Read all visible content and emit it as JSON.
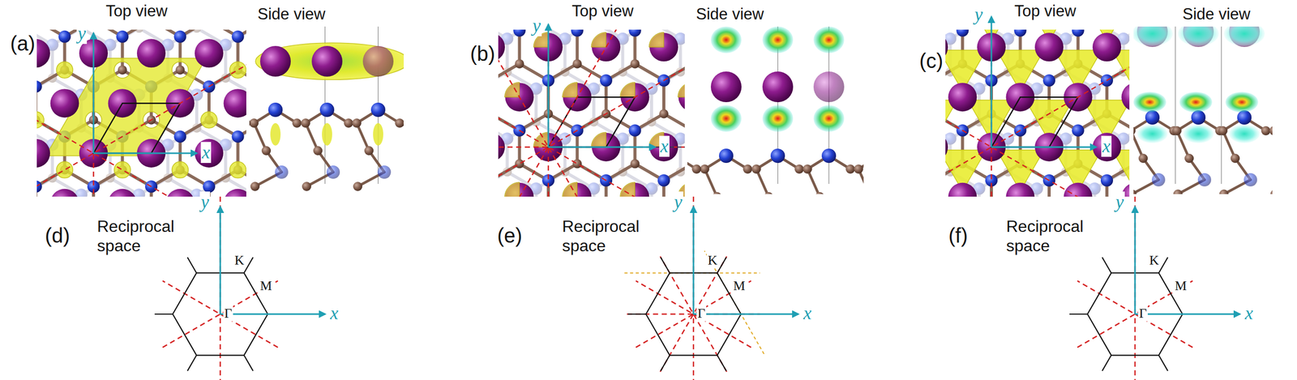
{
  "diagram": {
    "labels": [
      "(a)",
      "Top view",
      "Side view",
      "y",
      "x",
      "(b)",
      "Top view",
      "Side view",
      "y",
      "x",
      "(c)",
      "Top view",
      "Side view",
      "y",
      "x",
      "(d)",
      "Reciprocal space",
      "y",
      "K",
      "M",
      "Γ",
      "x",
      "(e)",
      "Reciprocal space",
      "y",
      "K",
      "M",
      "Γ",
      "x",
      "(f)",
      "Reciprocal space",
      "y",
      "K",
      "M",
      "Γ",
      "x"
    ]
  }
}
